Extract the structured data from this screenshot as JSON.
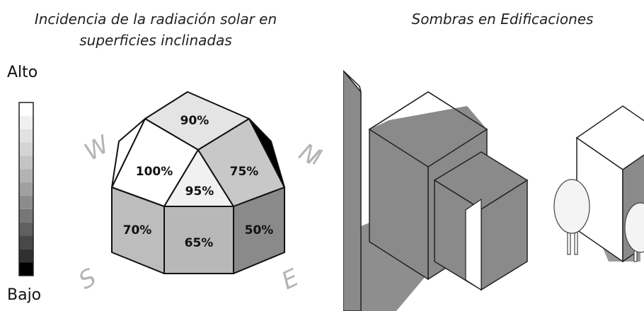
{
  "titles": {
    "left_line1": "Incidencia de la radiación solar en",
    "left_line2": "superficies inclinadas",
    "right": "Sombras en Edificaciones"
  },
  "scale": {
    "high_label": "Alto",
    "low_label": "Bajo",
    "steps": [
      "#ffffff",
      "#f0f0f0",
      "#e2e2e2",
      "#d4d4d4",
      "#c4c4c4",
      "#b3b3b3",
      "#a0a0a0",
      "#8c8c8c",
      "#777777",
      "#606060",
      "#484848",
      "#303030",
      "#000000"
    ]
  },
  "dome": {
    "faces": {
      "top": "90%",
      "upper_left": "100%",
      "upper_right": "75%",
      "center": "95%",
      "lower_left": "70%",
      "lower_center": "65%",
      "lower_right": "50%"
    }
  },
  "compass": {
    "west": "W",
    "north": "N",
    "south": "S",
    "east": "E"
  }
}
